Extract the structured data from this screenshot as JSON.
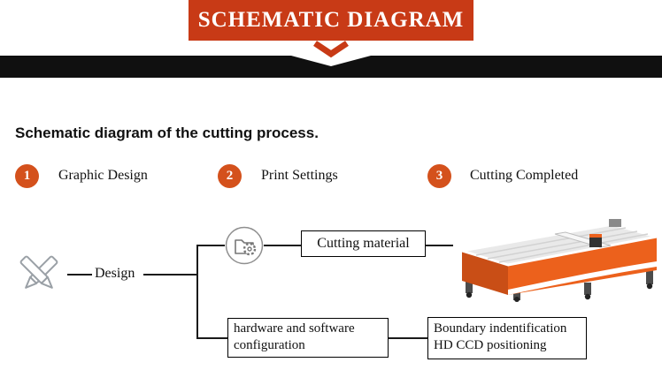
{
  "banner": {
    "title": "SCHEMATIC DIAGRAM"
  },
  "heading": "Schematic diagram of the cutting process.",
  "steps": [
    {
      "num": "1",
      "label": "Graphic Design"
    },
    {
      "num": "2",
      "label": "Print Settings"
    },
    {
      "num": "3",
      "label": "Cutting Completed"
    }
  ],
  "flow": {
    "design_label": "Design",
    "cutting_material_label": "Cutting material",
    "hardware_line1": "hardware and software",
    "hardware_line2": "configuration",
    "boundary_line1": "Boundary indentification",
    "boundary_line2": "HD CCD positioning"
  },
  "icons": {
    "chevron": "chevron-down-icon",
    "design": "pencil-design-icon",
    "settings": "folder-gear-icon",
    "machine": "cutting-machine-illustration"
  },
  "colors": {
    "accent_red": "#c83a16",
    "step_orange": "#d4511c",
    "machine_orange": "#ec611c",
    "bar_black": "#101010"
  }
}
